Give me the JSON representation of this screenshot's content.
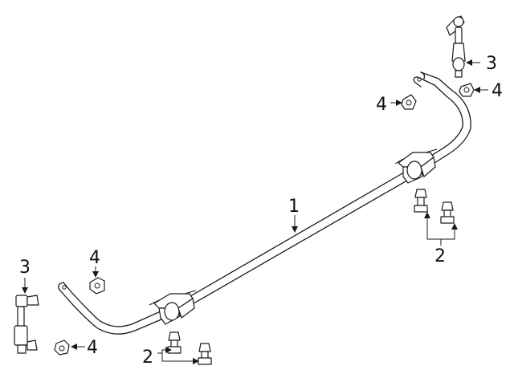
{
  "diagram": {
    "callouts": {
      "stabilizer_bar": "1",
      "bolts_front": "2",
      "bolts_rear": "2",
      "link_right": "3",
      "link_left": "3",
      "nut_right_upper": "4",
      "nut_right_lower": "4",
      "nut_left_upper": "4",
      "nut_left_lower": "4"
    },
    "colors": {
      "line": "#1a1a1a",
      "background": "#ffffff"
    }
  }
}
